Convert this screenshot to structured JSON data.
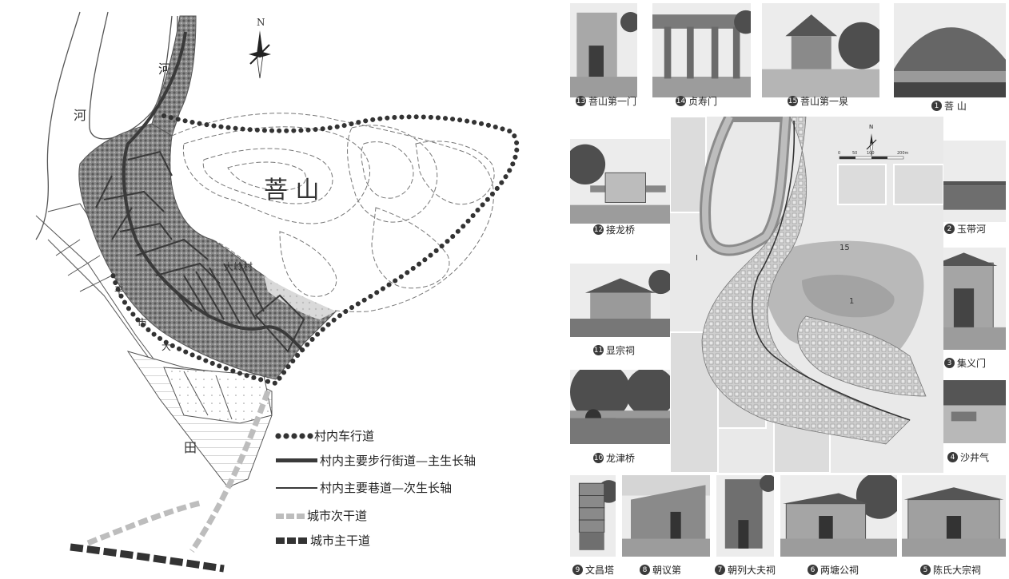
{
  "left_map": {
    "north_label": "N",
    "labels": {
      "river_1": "河",
      "river_2": "河",
      "mountain": "菩  山",
      "village": "大岭村",
      "field": "田",
      "road_chars": [
        "平",
        "市",
        "大"
      ]
    },
    "legend": [
      {
        "label": "村内车行道",
        "style": "dots"
      },
      {
        "label": "村内主要步行街道—主生长轴",
        "style": "thick"
      },
      {
        "label": "村内主要巷道—次生长轴",
        "style": "thin"
      },
      {
        "label": "城市次干道",
        "style": "light-dash"
      },
      {
        "label": "城市主干道",
        "style": "dark-dash"
      }
    ]
  },
  "right_panel": {
    "photos": [
      {
        "id": "p13",
        "num": "13",
        "caption": "菩山第一门",
        "kind": "gate"
      },
      {
        "id": "p14",
        "num": "14",
        "caption": "贞寿门",
        "kind": "archway"
      },
      {
        "id": "p15",
        "num": "15",
        "caption": "菩山第一泉",
        "kind": "pavilion"
      },
      {
        "id": "p1",
        "num": "1",
        "caption": "菩  山",
        "kind": "mountain"
      },
      {
        "id": "p12",
        "num": "12",
        "caption": "接龙桥",
        "kind": "bridge-rail"
      },
      {
        "id": "p2",
        "num": "2",
        "caption": "玉带河",
        "kind": "river"
      },
      {
        "id": "p11",
        "num": "11",
        "caption": "显宗祠",
        "kind": "shrine"
      },
      {
        "id": "p3",
        "num": "3",
        "caption": "集义门",
        "kind": "gate2"
      },
      {
        "id": "p10",
        "num": "10",
        "caption": "龙津桥",
        "kind": "stone-bridge"
      },
      {
        "id": "p4",
        "num": "4",
        "caption": "沙井气",
        "kind": "well"
      },
      {
        "id": "p9",
        "num": "9",
        "caption": "文昌塔",
        "kind": "pagoda"
      },
      {
        "id": "p8",
        "num": "8",
        "caption": "朝议第",
        "kind": "hall"
      },
      {
        "id": "p7",
        "num": "7",
        "caption": "朝列大夫祠",
        "kind": "tall-wall"
      },
      {
        "id": "p6",
        "num": "6",
        "caption": "两塘公祠",
        "kind": "temple"
      },
      {
        "id": "p5",
        "num": "5",
        "caption": "陈氏大宗祠",
        "kind": "temple2"
      }
    ],
    "center_map": {
      "north_label": "N",
      "scale_labels": [
        "0",
        "50",
        "100",
        "200m"
      ],
      "markers": [
        "1",
        "15",
        "I"
      ]
    }
  }
}
